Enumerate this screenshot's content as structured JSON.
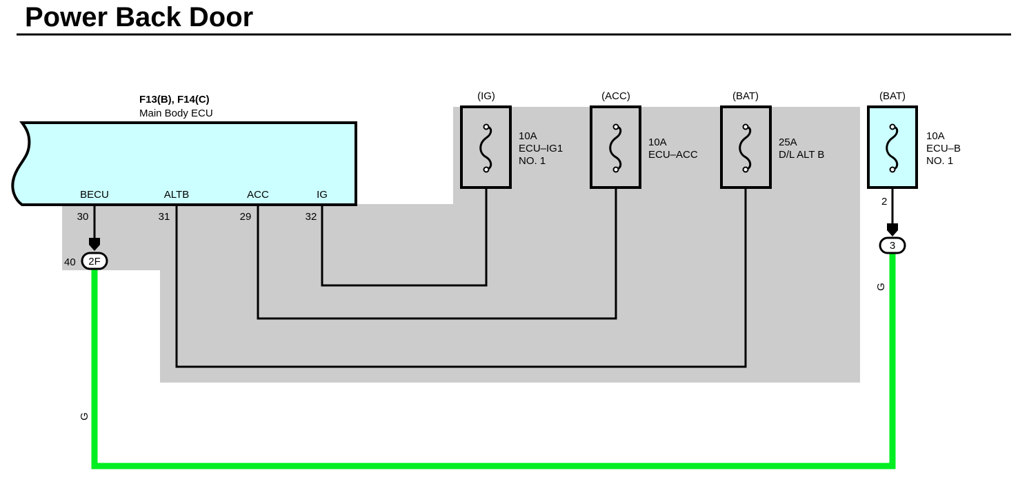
{
  "title": "Power Back Door",
  "ecu": {
    "connectors": "F13(B), F14(C)",
    "name": "Main Body ECU",
    "fill_color": "#ccffff",
    "pins": [
      {
        "label": "BECU",
        "number": "30"
      },
      {
        "label": "ALTB",
        "number": "31"
      },
      {
        "label": "ACC",
        "number": "29"
      },
      {
        "label": "IG",
        "number": "32"
      }
    ]
  },
  "fuses": [
    {
      "source": "(IG)",
      "rating": "10A",
      "name": "ECU–IG1",
      "name2": "NO. 1"
    },
    {
      "source": "(ACC)",
      "rating": "10A",
      "name": "ECU–ACC",
      "name2": ""
    },
    {
      "source": "(BAT)",
      "rating": "25A",
      "name": "D/L ALT B",
      "name2": ""
    },
    {
      "source": "(BAT)",
      "rating": "10A",
      "name": "ECU–B",
      "name2": "NO. 1",
      "pin": "2"
    }
  ],
  "junctions": [
    {
      "id": "2F",
      "pin": "40"
    },
    {
      "id": "3"
    }
  ],
  "wire_color_code": "G",
  "colors": {
    "ground_area": "#cccccc",
    "ecu_fill": "#ccffff",
    "wire_green": "#00ee22",
    "fuse_fill_relay_area": "#cccccc",
    "fuse_fill_standalone": "#ccffff"
  }
}
